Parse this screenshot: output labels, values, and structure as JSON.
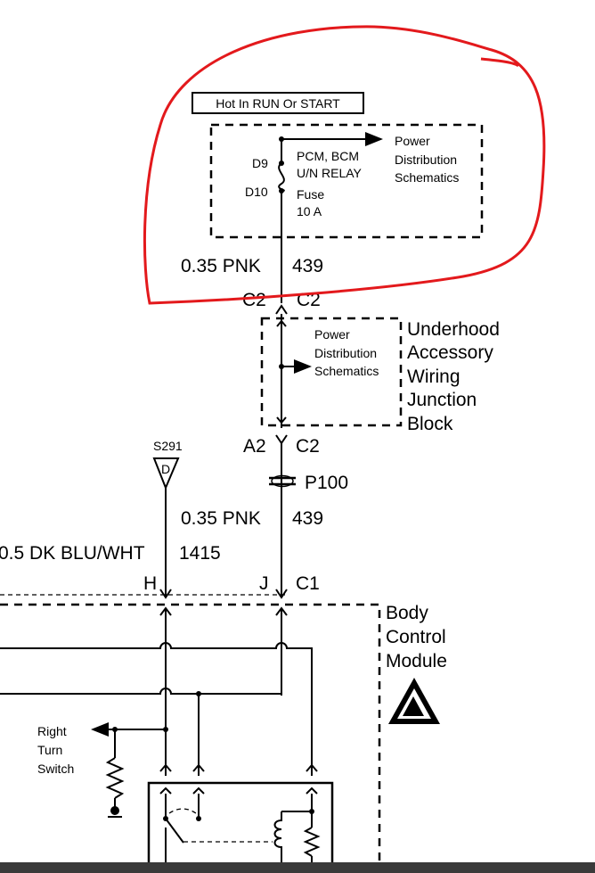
{
  "header": {
    "hot_in": "Hot In RUN Or START"
  },
  "fuse_block": {
    "pin_top": "D9",
    "pin_bottom": "D10",
    "fuse_line1": "PCM, BCM",
    "fuse_line2": "U/N RELAY",
    "fuse_line3": "Fuse",
    "fuse_line4": "10 A",
    "ref_line1": "Power",
    "ref_line2": "Distribution",
    "ref_line3": "Schematics"
  },
  "wire_upper": {
    "spec": "0.35 PNK",
    "circuit": "439"
  },
  "connector_c2": {
    "left": "C2",
    "right": "C2"
  },
  "underhood": {
    "ref_line1": "Power",
    "ref_line2": "Distribution",
    "ref_line3": "Schematics",
    "label_line1": "Underhood",
    "label_line2": "Accessory",
    "label_line3": "Wiring",
    "label_line4": "Junction",
    "label_line5": "Block"
  },
  "connector_a2": {
    "left": "A2",
    "right": "C2"
  },
  "splice": {
    "name": "S291",
    "letter": "D"
  },
  "pass_through": {
    "name": "P100"
  },
  "wire_lower": {
    "spec": "0.35 PNK",
    "circuit": "439"
  },
  "wire_blue": {
    "spec": "0.5 DK BLU/WHT",
    "circuit": "1415"
  },
  "connector_c1": {
    "pin_h": "H",
    "pin_j": "J",
    "name": "C1"
  },
  "bcm": {
    "label_line1": "Body",
    "label_line2": "Control",
    "label_line3": "Module"
  },
  "switch": {
    "label_line1": "Right",
    "label_line2": "Turn",
    "label_line3": "Switch"
  },
  "annotation": {
    "color": "#e3191c"
  }
}
